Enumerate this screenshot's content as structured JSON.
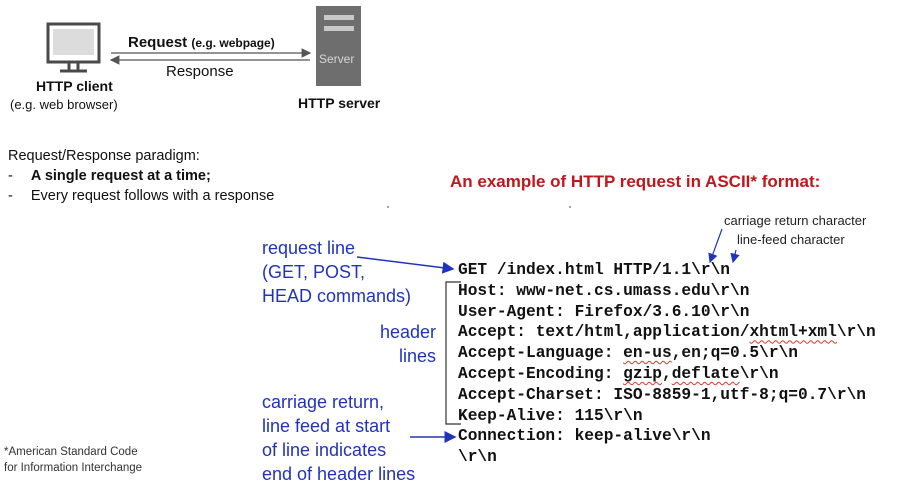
{
  "top_diagram": {
    "request_label": "Request",
    "request_example": "(e.g. webpage)",
    "response_label": "Response",
    "server_box_label": "Server",
    "client_title": "HTTP client",
    "client_subtitle": "(e.g. web browser)",
    "server_title": "HTTP server"
  },
  "paradigm": {
    "heading": "Request/Response paradigm:",
    "bullets": [
      {
        "marker": "-",
        "text": "A single request at a time;"
      },
      {
        "marker": "-",
        "text": "Every request follows with a response"
      }
    ]
  },
  "example": {
    "title": "An example of HTTP request in ASCII* format:",
    "title_color": "#c0161e",
    "annotation_color": "#2233bb",
    "callout_cr": "carriage return character",
    "callout_lf": "line-feed character",
    "request_line_label": [
      "request line",
      "(GET, POST,",
      "HEAD commands)"
    ],
    "header_lines_label": [
      "header",
      "lines"
    ],
    "end_label": [
      "carriage return,",
      "line feed at start",
      "of line indicates",
      "end of header lines"
    ],
    "lines": {
      "l0": "GET /index.html HTTP/1.1\\r\\n",
      "l1": "Host: www-net.cs.umass.edu\\r\\n",
      "l2": "User-Agent: Firefox/3.6.10\\r\\n",
      "l3a": "Accept: text/html,application/",
      "l3b": "xhtml+xml",
      "l3c": "\\r\\n",
      "l4a": "Accept-Language: ",
      "l4b": "en-us",
      "l4c": ",en;q=0.5\\r\\n",
      "l5a": "Accept-Encoding: ",
      "l5b": "gzip",
      "l5c": ",",
      "l5d": "deflate",
      "l5e": "\\r\\n",
      "l6": "Accept-Charset: ISO-8859-1,utf-8;q=0.7\\r\\n",
      "l7": "Keep-Alive: 115\\r\\n",
      "l8": "Connection: keep-alive\\r\\n",
      "l9": "\\r\\n"
    }
  },
  "footnote": [
    "*American Standard Code",
    "for Information Interchange"
  ]
}
